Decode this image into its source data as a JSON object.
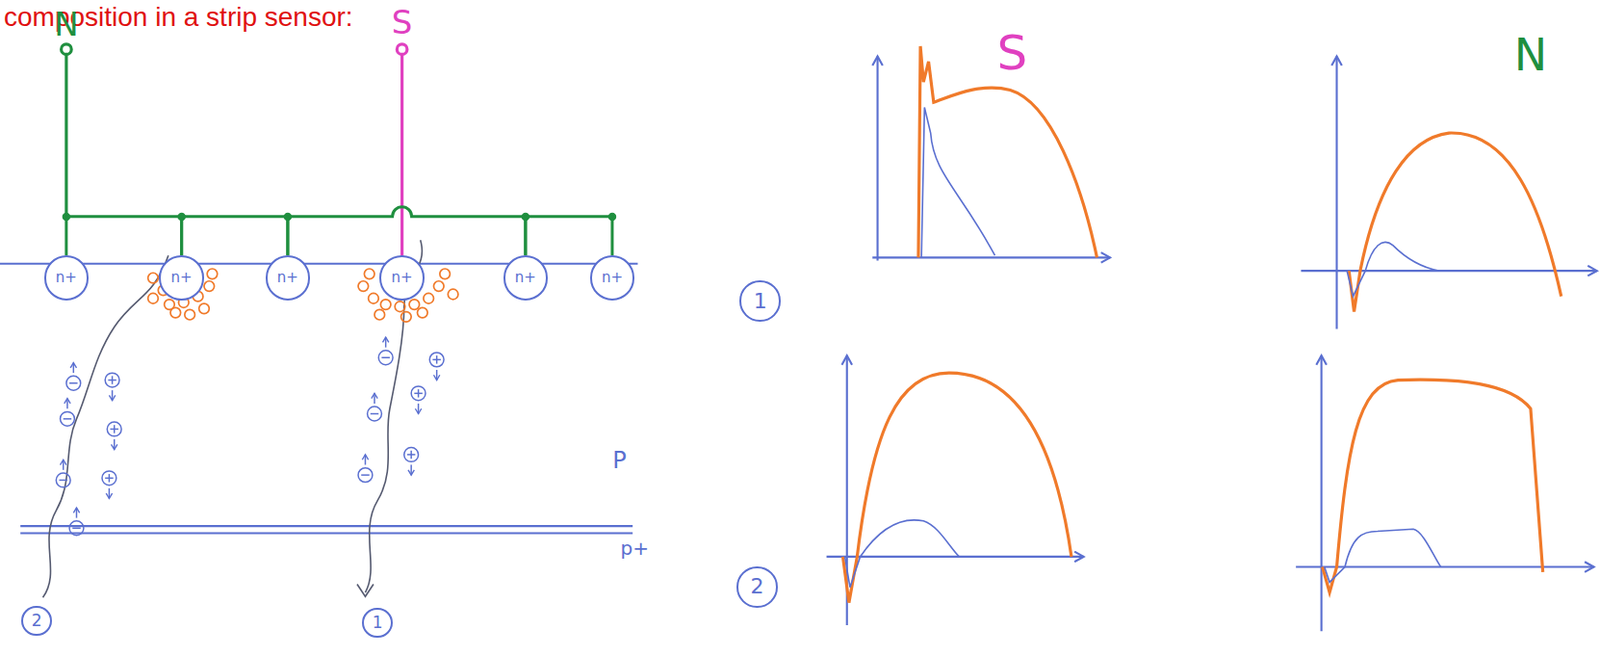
{
  "diagram": {
    "title": "composition in a strip sensor:",
    "nodes": [
      {
        "text": [
          "n+"
        ]
      },
      {
        "text": [
          "n+"
        ]
      },
      {
        "text": [
          "n+"
        ]
      },
      {
        "text": [
          "n+"
        ]
      },
      {
        "text": [
          "n+"
        ]
      },
      {
        "text": [
          "n+"
        ]
      },
      {
        "text": [
          "2"
        ]
      },
      {
        "text": [
          "1"
        ]
      },
      {
        "text": [
          "1"
        ]
      },
      {
        "text": [
          "2"
        ]
      }
    ],
    "edges": [
      {
        "from": 0,
        "to": 1,
        "arrow": "none"
      },
      {
        "from": 1,
        "to": 2,
        "arrow": "none"
      },
      {
        "from": 2,
        "to": 4,
        "arrow": "none"
      },
      {
        "from": 4,
        "to": 5,
        "arrow": "none"
      }
    ],
    "labels": [
      "N",
      "S",
      "P",
      "p+",
      "S",
      "N"
    ]
  }
}
